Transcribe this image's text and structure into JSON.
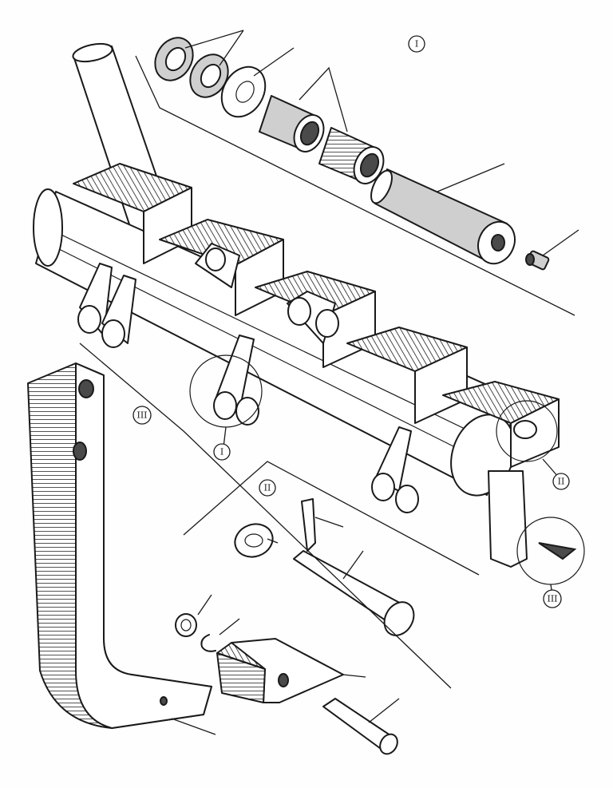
{
  "figure": {
    "kind": "exploded-assembly-drawing",
    "callouts": [
      {
        "id": "callout-1-top",
        "label": "I"
      },
      {
        "id": "callout-1-bottom",
        "label": "I"
      },
      {
        "id": "callout-2-inset",
        "label": "II"
      },
      {
        "id": "callout-2-detail",
        "label": "II"
      },
      {
        "id": "callout-3-shank",
        "label": "III"
      },
      {
        "id": "callout-3-detail",
        "label": "III"
      }
    ]
  }
}
